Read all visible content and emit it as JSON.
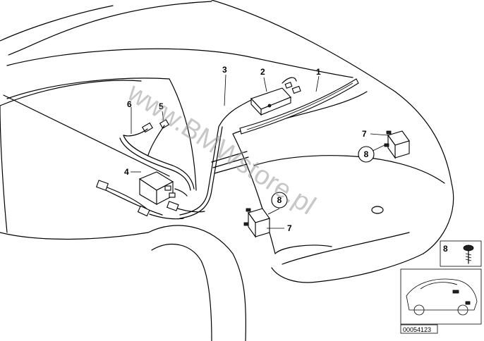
{
  "callouts": {
    "c1": "1",
    "c2": "2",
    "c3": "3",
    "c4": "4",
    "c5": "5",
    "c6": "6",
    "c7a": "7",
    "c7b": "7",
    "c8a": "8",
    "c8b": "8",
    "c8inset": "8"
  },
  "watermark": "www.BMWstore.pl",
  "diagram_code": "00054123"
}
